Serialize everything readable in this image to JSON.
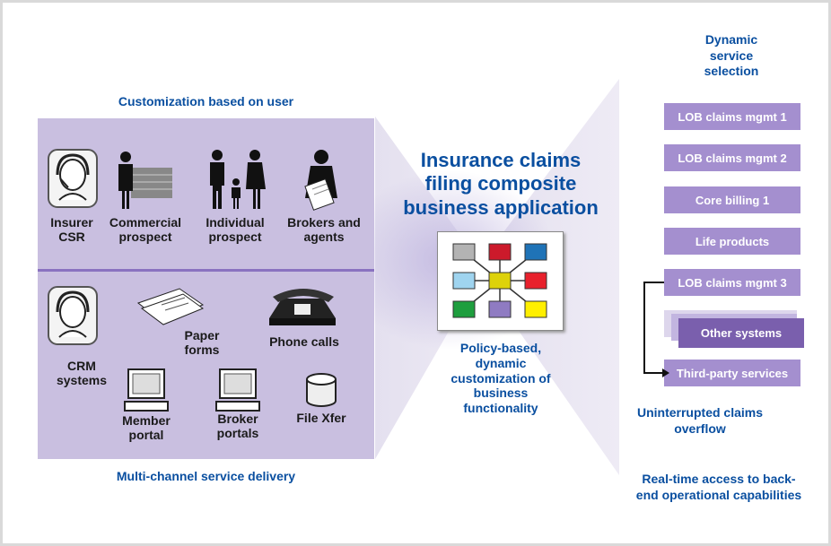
{
  "left": {
    "top_heading": "Customization based on user",
    "bottom_heading": "Multi-channel service delivery",
    "users": [
      "Insurer CSR",
      "Commercial prospect",
      "Individual prospect",
      "Brokers and agents"
    ],
    "channels": {
      "crm": "CRM systems",
      "paper": "Paper forms",
      "phone": "Phone calls",
      "member": "Member portal",
      "broker": "Broker portals",
      "file": "File Xfer"
    }
  },
  "center": {
    "title": "Insurance claims filing composite business application",
    "subtitle": "Policy-based, dynamic customization of business functionality",
    "node_colors": [
      "#b3b3b3",
      "#cc1a2b",
      "#1f73b7",
      "#9fd4ef",
      "#ddd20a",
      "#e8212c",
      "#1e9e3e",
      "#8f7bc2",
      "#ffef00"
    ]
  },
  "right": {
    "heading": "Dynamic service selection",
    "services": [
      "LOB claims mgmt 1",
      "LOB claims mgmt 2",
      "Core billing 1",
      "Life products",
      "LOB claims mgmt 3"
    ],
    "other_systems": "Other systems",
    "third_party": "Third-party services",
    "overflow_label": "Uninterrupted claims overflow",
    "realtime_label": "Real-time access to back-end operational capabilities"
  },
  "colors": {
    "blue_text": "#0a4fa0",
    "panel": "#c9bfe0",
    "service_box": "#a48fcf",
    "other_box": "#7a5fad"
  }
}
